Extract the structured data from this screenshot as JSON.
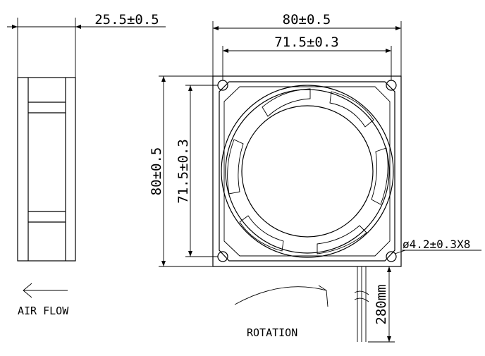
{
  "dimensions": {
    "thickness": "25.5±0.5",
    "width_outer": "80±0.5",
    "width_hole_spacing": "71.5±0.3",
    "height_outer": "80±0.5",
    "height_hole_spacing": "71.5±0.3",
    "hole": "ø4.2±0.3X8",
    "lead_length": "280mm"
  },
  "labels": {
    "airflow": "AIR FLOW",
    "rotation": "ROTATION"
  }
}
